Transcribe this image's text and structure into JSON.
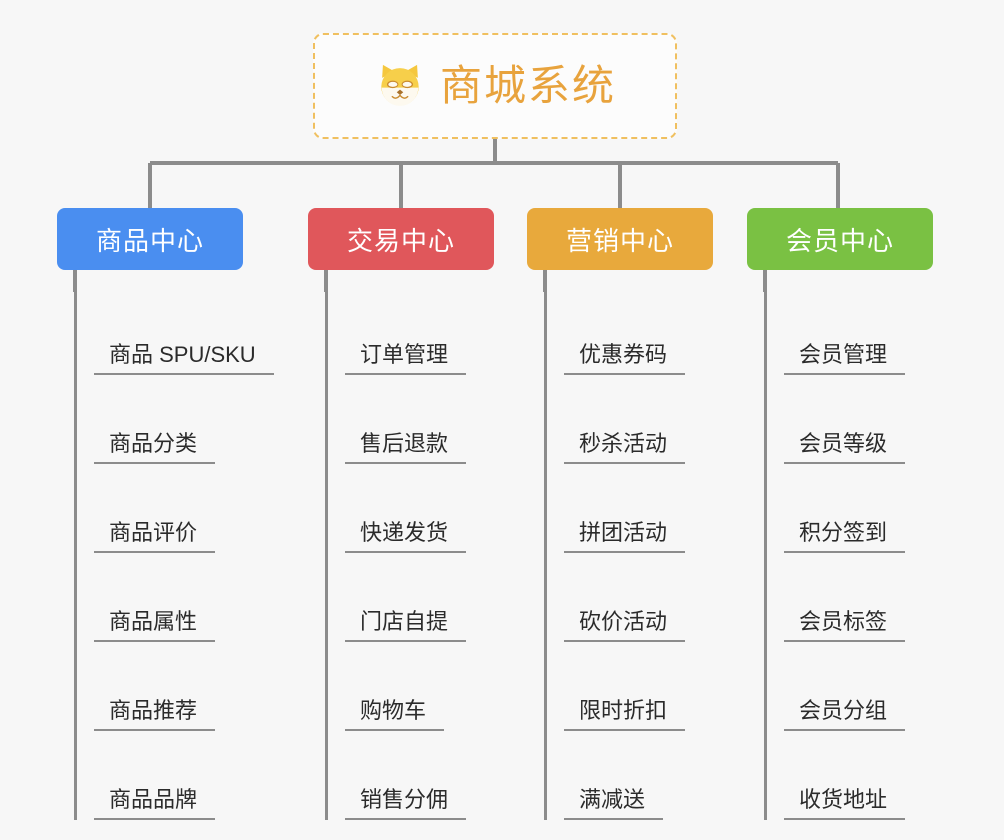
{
  "root": {
    "title": "商城系统",
    "icon": "shiba-dog-face-icon",
    "border_color": "#f0c060",
    "title_color": "#e8a33d"
  },
  "connector": {
    "color": "#8c8c8c"
  },
  "columns": [
    {
      "id": "product-center",
      "header": "商品中心",
      "color": "#4a8ef0",
      "items": [
        "商品 SPU/SKU",
        "商品分类",
        "商品评价",
        "商品属性",
        "商品推荐",
        "商品品牌"
      ]
    },
    {
      "id": "trade-center",
      "header": "交易中心",
      "color": "#e0575b",
      "items": [
        "订单管理",
        "售后退款",
        "快递发货",
        "门店自提",
        "购物车",
        "销售分佣"
      ]
    },
    {
      "id": "marketing-center",
      "header": "营销中心",
      "color": "#e8a93c",
      "items": [
        "优惠券码",
        "秒杀活动",
        "拼团活动",
        "砍价活动",
        "限时折扣",
        "满减送"
      ]
    },
    {
      "id": "member-center",
      "header": "会员中心",
      "color": "#7ac143",
      "items": [
        "会员管理",
        "会员等级",
        "积分签到",
        "会员标签",
        "会员分组",
        "收货地址"
      ]
    }
  ]
}
